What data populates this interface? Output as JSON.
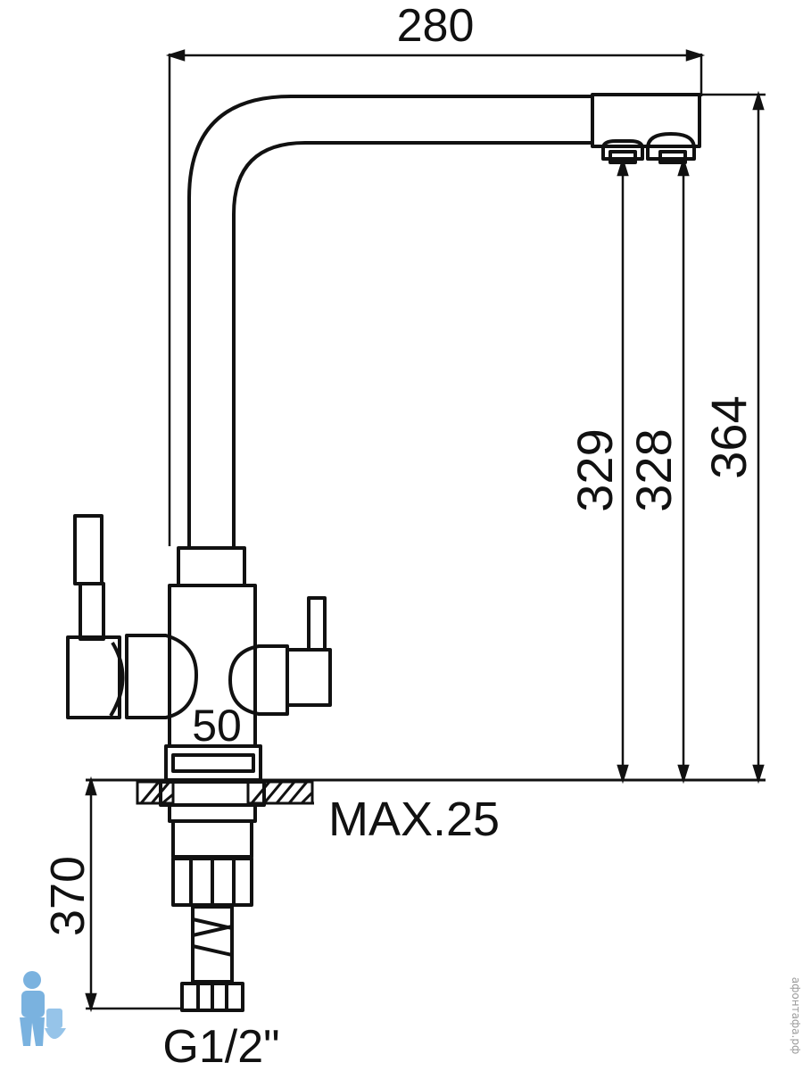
{
  "dimensions": {
    "top_width": "280",
    "outlet_height_a": "329",
    "outlet_height_b": "328",
    "total_height": "364",
    "body_width": "50",
    "max_counter_thickness": "MAX.25",
    "hose_length": "370",
    "connection_thread": "G1/2\""
  },
  "watermark": {
    "text": "афонтафа.рф",
    "logo_icon": "plumber-mascot-icon"
  },
  "colors": {
    "line": "#111111",
    "background": "#ffffff",
    "watermark": "#9a9a9a",
    "mascot": "#5aa0d8"
  }
}
